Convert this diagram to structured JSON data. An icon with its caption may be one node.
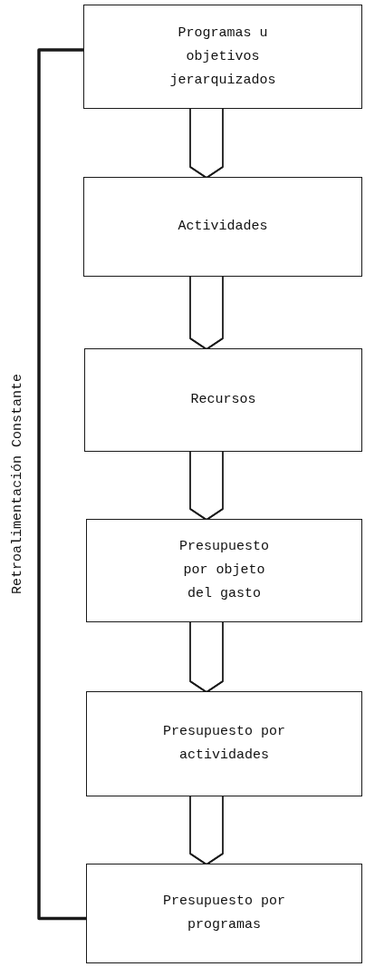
{
  "diagram": {
    "nodes": [
      {
        "text": [
          "Programas u objetivos jerarquizados"
        ]
      },
      {
        "text": [
          "Actividades"
        ]
      },
      {
        "text": [
          "Recursos"
        ]
      },
      {
        "text": [
          "Presupuesto por objeto del gasto"
        ]
      },
      {
        "text": [
          "Presupuesto por actividades"
        ]
      },
      {
        "text": [
          "Presupuesto por programas"
        ]
      }
    ],
    "edges": [
      {
        "from": 0,
        "to": 1,
        "arrow": "to"
      },
      {
        "from": 1,
        "to": 2,
        "arrow": "to"
      },
      {
        "from": 2,
        "to": 3,
        "arrow": "to"
      },
      {
        "from": 3,
        "to": 4,
        "arrow": "to"
      },
      {
        "from": 4,
        "to": 5,
        "arrow": "to"
      },
      {
        "from": 5,
        "to": 0,
        "arrow": "none",
        "label": "Retroalimentación Constante",
        "style": "thick"
      }
    ]
  }
}
